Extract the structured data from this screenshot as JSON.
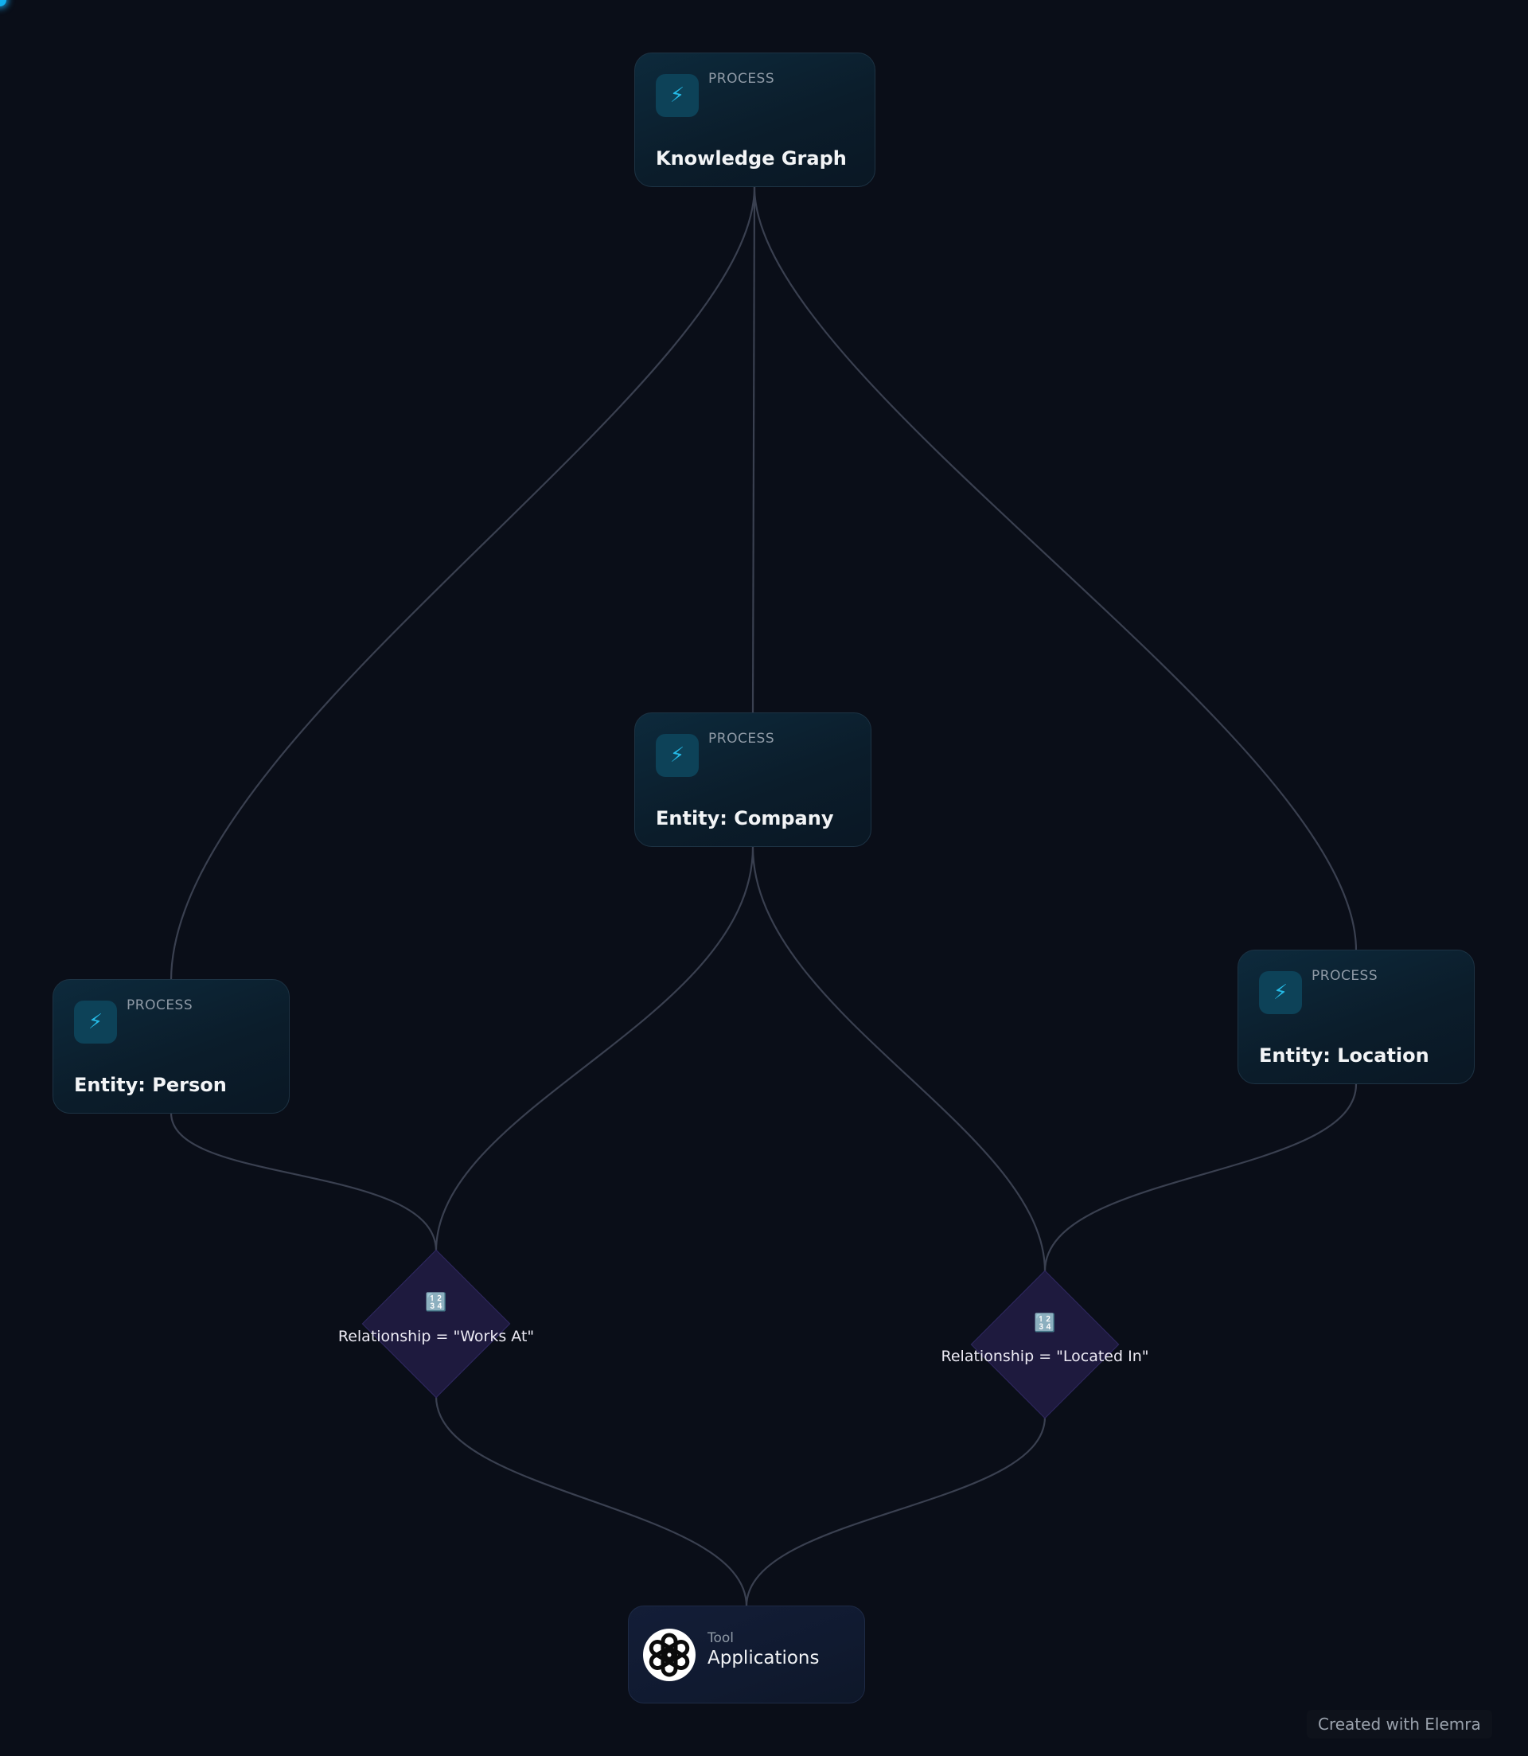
{
  "nodes": {
    "knowledge_graph": {
      "kind": "PROCESS",
      "title": "Knowledge Graph",
      "icon": "lightning-bolt-icon"
    },
    "entity_company": {
      "kind": "PROCESS",
      "title": "Entity: Company",
      "icon": "lightning-bolt-icon"
    },
    "entity_person": {
      "kind": "PROCESS",
      "title": "Entity: Person",
      "icon": "lightning-bolt-icon"
    },
    "entity_location": {
      "kind": "PROCESS",
      "title": "Entity: Location",
      "icon": "lightning-bolt-icon"
    },
    "rel_works_at": {
      "label": "Relationship = \"Works At\"",
      "icon": "numbers-icon"
    },
    "rel_located_in": {
      "label": "Relationship = \"Located In\"",
      "icon": "numbers-icon"
    },
    "applications": {
      "kind": "Tool",
      "title": "Applications",
      "icon": "openai-logo-icon"
    }
  },
  "edges": [
    {
      "from": "Knowledge Graph",
      "to": "Entity: Person"
    },
    {
      "from": "Knowledge Graph",
      "to": "Entity: Company"
    },
    {
      "from": "Knowledge Graph",
      "to": "Entity: Location"
    },
    {
      "from": "Entity: Person",
      "to": "Relationship = \"Works At\""
    },
    {
      "from": "Entity: Company",
      "to": "Relationship = \"Works At\""
    },
    {
      "from": "Entity: Company",
      "to": "Relationship = \"Located In\""
    },
    {
      "from": "Entity: Location",
      "to": "Relationship = \"Located In\""
    },
    {
      "from": "Relationship = \"Works At\"",
      "to": "Applications"
    },
    {
      "from": "Relationship = \"Located In\"",
      "to": "Applications"
    }
  ],
  "footer": {
    "watermark": "Created with Elemra"
  },
  "theme": {
    "background": "#0a0e18",
    "edge": "#3a4050",
    "process_accent": "#25b9e4",
    "decision_fill": "#1e1a3e",
    "decision_accent": "#8c78e6"
  }
}
